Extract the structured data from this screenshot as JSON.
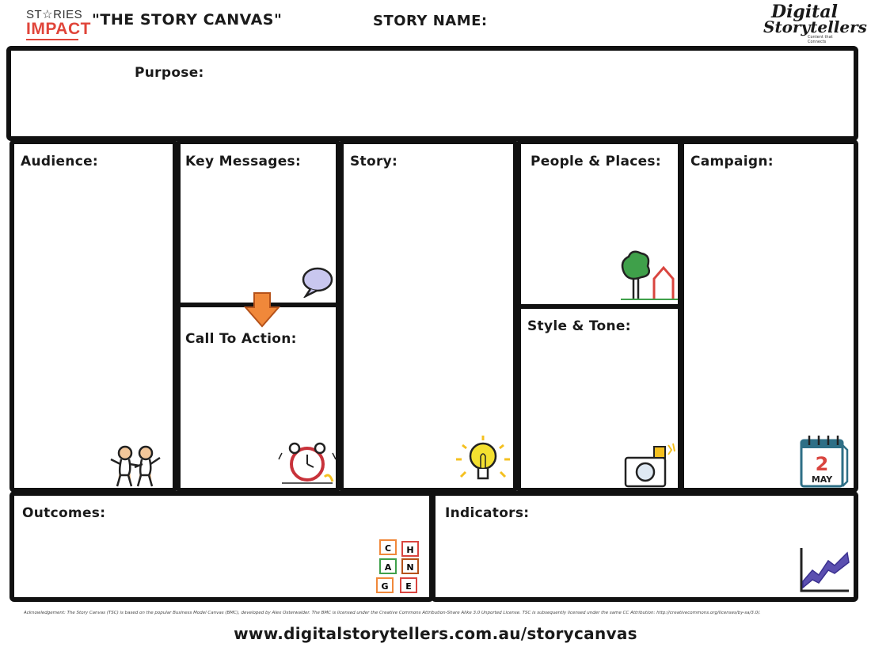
{
  "header": {
    "logo_left_line1": "ST☆RIES",
    "logo_left_line2": "IMPACT",
    "canvas_title": "\"THE STORY CANVAS\"",
    "story_name_label": "STORY NAME:",
    "logo_right_line1": "Digital",
    "logo_right_line2": "Storytellers",
    "logo_right_tagline": "Content that Connects"
  },
  "sections": {
    "purpose": "Purpose:",
    "audience": "Audience:",
    "key_messages": "Key Messages:",
    "call_to_action": "Call To Action:",
    "story": "Story:",
    "people_places": "People & Places:",
    "style_tone": "Style & Tone:",
    "campaign": "Campaign:",
    "outcomes": "Outcomes:",
    "indicators": "Indicators:"
  },
  "icons": {
    "calendar_day": "2",
    "calendar_month": "MAY",
    "change_blocks": [
      "C",
      "H",
      "A",
      "N",
      "G",
      "E"
    ]
  },
  "colors": {
    "border": "#111111",
    "brand_red": "#e0453a",
    "arrow_orange": "#f0883a",
    "tree_green": "#3fa04a",
    "house_red": "#d9453f",
    "bulb_yellow": "#f4e030",
    "chart_purple": "#5b4fb0",
    "calendar_teal": "#2e6f86"
  },
  "footer": {
    "acknowledgement": "Acknowledgement: The Story Canvas (TSC) is based on the popular Business Model Canvas (BMC), developed by Alex Osterwalder. The BMC is licensed under the Creative Commons Attribution-Share Alike 3.0 Unported License. TSC is subsequently licensed under the same CC Attribution: http://creativecommons.org/licenses/by-sa/3.0/.",
    "url": "www.digitalstorytellers.com.au/storycanvas"
  }
}
